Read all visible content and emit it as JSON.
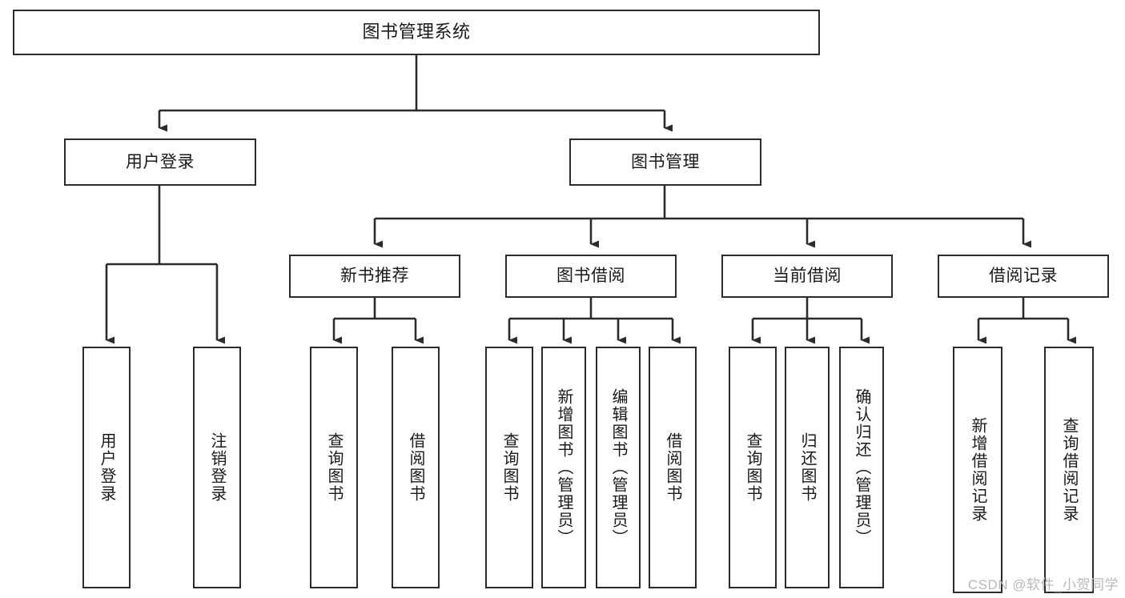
{
  "diagram": {
    "type": "tree-hierarchy",
    "title": "图书管理系统",
    "orientation": "top-down",
    "colors": {
      "background": "#ffffff",
      "box_border": "#2b2b2b",
      "box_fill": "#ffffff",
      "connector": "#2b2b2b",
      "text": "#1a1a1a",
      "watermark": "#b9b9b9"
    },
    "nodes": {
      "root": {
        "label": "图书管理系统",
        "level": 0,
        "orientation": "horizontal"
      },
      "l1": [
        {
          "id": "user-login",
          "label": "用户登录",
          "level": 1,
          "orientation": "horizontal"
        },
        {
          "id": "book-management",
          "label": "图书管理",
          "level": 1,
          "orientation": "horizontal"
        }
      ],
      "l2": [
        {
          "id": "new-book-recommend",
          "label": "新书推荐",
          "level": 2,
          "orientation": "horizontal",
          "parent": "book-management"
        },
        {
          "id": "book-borrow",
          "label": "图书借阅",
          "level": 2,
          "orientation": "horizontal",
          "parent": "book-management"
        },
        {
          "id": "current-borrow",
          "label": "当前借阅",
          "level": 2,
          "orientation": "horizontal",
          "parent": "book-management"
        },
        {
          "id": "borrow-record",
          "label": "借阅记录",
          "level": 2,
          "orientation": "horizontal",
          "parent": "book-management"
        }
      ],
      "leaves": [
        {
          "id": "leaf-user-login",
          "label": "用户登录",
          "parent": "user-login",
          "orientation": "vertical"
        },
        {
          "id": "leaf-user-logout",
          "label": "注销登录",
          "parent": "user-login",
          "orientation": "vertical"
        },
        {
          "id": "leaf-query-book-1",
          "label": "查询图书",
          "parent": "new-book-recommend",
          "orientation": "vertical"
        },
        {
          "id": "leaf-borrow-book-1",
          "label": "借阅图书",
          "parent": "new-book-recommend",
          "orientation": "vertical"
        },
        {
          "id": "leaf-query-book-2",
          "label": "查询图书",
          "parent": "book-borrow",
          "orientation": "vertical"
        },
        {
          "id": "leaf-add-book",
          "label": "新增图书（管理员）",
          "parent": "book-borrow",
          "orientation": "vertical"
        },
        {
          "id": "leaf-edit-book",
          "label": "编辑图书（管理员）",
          "parent": "book-borrow",
          "orientation": "vertical"
        },
        {
          "id": "leaf-borrow-book-2",
          "label": "借阅图书",
          "parent": "book-borrow",
          "orientation": "vertical"
        },
        {
          "id": "leaf-query-book-3",
          "label": "查询图书",
          "parent": "current-borrow",
          "orientation": "vertical"
        },
        {
          "id": "leaf-return-book",
          "label": "归还图书",
          "parent": "current-borrow",
          "orientation": "vertical"
        },
        {
          "id": "leaf-confirm-return",
          "label": "确认归还（管理员）",
          "parent": "current-borrow",
          "orientation": "vertical"
        },
        {
          "id": "leaf-add-record",
          "label": "新增借阅记录",
          "parent": "borrow-record",
          "orientation": "vertical"
        },
        {
          "id": "leaf-query-record",
          "label": "查询借阅记录",
          "parent": "borrow-record",
          "orientation": "vertical"
        }
      ]
    }
  },
  "watermark": {
    "text": "CSDN @软件_小贺同学"
  }
}
